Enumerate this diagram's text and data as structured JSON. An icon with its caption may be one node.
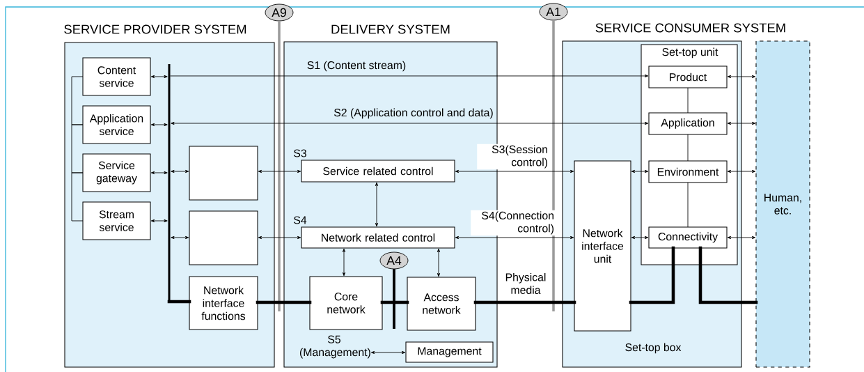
{
  "diagram": {
    "nodes": [
      {
        "text": [
          "SERVICE PROVIDER SYSTEM"
        ]
      },
      {
        "text": [
          "Content service"
        ],
        "in": 0
      },
      {
        "text": [
          "Application service"
        ],
        "in": 0
      },
      {
        "text": [
          "Service gateway"
        ],
        "in": 0
      },
      {
        "text": [
          "Stream service"
        ],
        "in": 0
      },
      {
        "text": [],
        "shape": "box",
        "in": 0
      },
      {
        "text": [],
        "shape": "box",
        "in": 0
      },
      {
        "text": [
          "Network interface functions"
        ],
        "in": 0
      },
      {
        "text": [
          "DELIVERY SYSTEM"
        ]
      },
      {
        "text": [
          "Service related control"
        ],
        "in": 8
      },
      {
        "text": [
          "Network related control"
        ],
        "in": 8
      },
      {
        "text": [
          "Core network"
        ],
        "in": 8
      },
      {
        "text": [
          "Access network"
        ],
        "in": 8
      },
      {
        "text": [
          "Management"
        ],
        "in": 8
      },
      {
        "text": [
          "SERVICE CONSUMER SYSTEM",
          "Set-top box"
        ]
      },
      {
        "text": [
          "Set-top unit"
        ],
        "in": 14
      },
      {
        "text": [
          "Product"
        ],
        "in": 15
      },
      {
        "text": [
          "Application"
        ],
        "in": 15
      },
      {
        "text": [
          "Environment"
        ],
        "in": 15
      },
      {
        "text": [
          "Connectivity"
        ],
        "in": 15
      },
      {
        "text": [
          "Network interface unit"
        ],
        "in": 14
      },
      {
        "text": [
          "Human, etc."
        ]
      },
      {
        "text": [
          "A9"
        ]
      },
      {
        "text": [
          "A1"
        ]
      },
      {
        "text": [
          "A4"
        ],
        "in": 8
      },
      {
        "text": [],
        "shape": "bar",
        "in": 0
      },
      {
        "text": [
          "S5 (Management)"
        ],
        "in": 8
      }
    ],
    "edges": [
      {
        "from": 25,
        "to": 16,
        "arrow": "to",
        "label": "S1 (Content stream)"
      },
      {
        "from": 25,
        "to": 17,
        "arrow": "both",
        "label": "S2 (Application control and data)"
      },
      {
        "from": 5,
        "to": 9,
        "arrow": "both",
        "label": "S3"
      },
      {
        "from": 9,
        "to": 20,
        "arrow": "both",
        "label": "S3(Session control)"
      },
      {
        "from": 6,
        "to": 10,
        "arrow": "both",
        "label": "S4"
      },
      {
        "from": 10,
        "to": 20,
        "arrow": "both",
        "label": "S4(Connection control)"
      },
      {
        "from": 9,
        "to": 10,
        "arrow": "both"
      },
      {
        "from": 10,
        "to": 11,
        "arrow": "both"
      },
      {
        "from": 10,
        "to": 12,
        "arrow": "both"
      },
      {
        "from": 7,
        "to": 11,
        "arrow": "none",
        "style": "thick"
      },
      {
        "from": 11,
        "to": 12,
        "arrow": "none",
        "style": "thick"
      },
      {
        "from": 12,
        "to": 20,
        "arrow": "none",
        "style": "thick",
        "label": "Physical media"
      },
      {
        "from": 20,
        "to": 19,
        "arrow": "none",
        "style": "thick"
      },
      {
        "from": 19,
        "to": 21,
        "arrow": "none",
        "style": "thick"
      },
      {
        "from": 20,
        "to": 18,
        "arrow": "both"
      },
      {
        "from": 20,
        "to": 19,
        "arrow": "both"
      },
      {
        "from": 16,
        "to": 21,
        "arrow": "both"
      },
      {
        "from": 17,
        "to": 21,
        "arrow": "both"
      },
      {
        "from": 18,
        "to": 21,
        "arrow": "both"
      },
      {
        "from": 19,
        "to": 21,
        "arrow": "both"
      },
      {
        "from": 16,
        "to": 17,
        "arrow": "none"
      },
      {
        "from": 17,
        "to": 18,
        "arrow": "none"
      },
      {
        "from": 18,
        "to": 19,
        "arrow": "none"
      },
      {
        "from": 1,
        "to": 25,
        "arrow": "both"
      },
      {
        "from": 2,
        "to": 25,
        "arrow": "both"
      },
      {
        "from": 3,
        "to": 25,
        "arrow": "both"
      },
      {
        "from": 4,
        "to": 25,
        "arrow": "both"
      },
      {
        "from": 25,
        "to": 5,
        "arrow": "both"
      },
      {
        "from": 25,
        "to": 6,
        "arrow": "both"
      },
      {
        "from": 25,
        "to": 7,
        "arrow": "none",
        "style": "thick"
      },
      {
        "from": 1,
        "to": 2,
        "arrow": "none"
      },
      {
        "from": 2,
        "to": 3,
        "arrow": "none"
      },
      {
        "from": 3,
        "to": 4,
        "arrow": "none"
      },
      {
        "from": 26,
        "to": 13,
        "arrow": "both"
      }
    ]
  }
}
